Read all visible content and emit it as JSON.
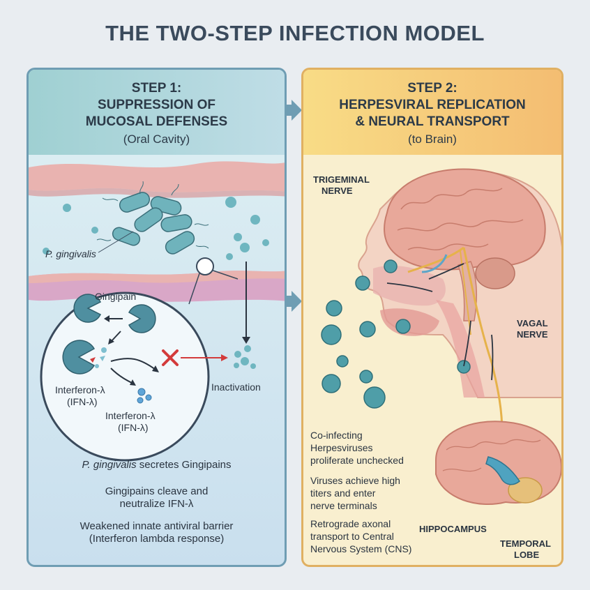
{
  "title": "THE TWO-STEP INFECTION MODEL",
  "step1": {
    "heading": "STEP 1:",
    "line1": "SUPPRESSION OF",
    "line2": "MUCOSAL DEFENSES",
    "subtitle": "(Oral Cavity)",
    "bacteria_label": "P. gingivalis",
    "gingipain_label": "Gingipain",
    "ifn_label_1": "Interferon-λ",
    "ifn_abbr_1": "(IFN-λ)",
    "ifn_label_2": "Interferon-λ",
    "ifn_abbr_2": "(IFN-λ)",
    "inactivation_label": "Inactivation",
    "summary": [
      {
        "italic": "P. gingivalis",
        "rest": " secretes Gingipains"
      },
      {
        "line1": "Gingipains cleave and",
        "line2": "neutralize IFN-λ"
      },
      {
        "line1": "Weakened innate antiviral barrier",
        "line2": "(Interferon lambda response)"
      }
    ]
  },
  "step2": {
    "heading": "STEP 2:",
    "line1": "HERPESVIRAL REPLICATION",
    "line2": "& NEURAL TRANSPORT",
    "subtitle": "(to Brain)",
    "trigeminal_1": "TRIGEMINAL",
    "trigeminal_2": "NERVE",
    "vagal_1": "VAGAL",
    "vagal_2": "NERVE",
    "hippocampus": "HIPPOCAMPUS",
    "temporal_1": "TEMPORAL",
    "temporal_2": "LOBE",
    "summary": [
      {
        "line1": "Co-infecting",
        "line2": "Herpesviruses",
        "line3": "proliferate unchecked"
      },
      {
        "line1": "Viruses achieve high",
        "line2": "titers and enter",
        "line3": "nerve terminals"
      },
      {
        "line1": "Retrograde axonal",
        "line2": "transport to Central",
        "line3": "Nervous System (CNS)"
      }
    ]
  },
  "colors": {
    "panel1_border": "#6f9db3",
    "panel2_border": "#e0b062",
    "bacteria": "#5ea9b3",
    "virus": "#4f9ea8",
    "brain": "#e8a89a",
    "tissue": "#e9b3b0",
    "inhibit": "#d33b3b"
  }
}
